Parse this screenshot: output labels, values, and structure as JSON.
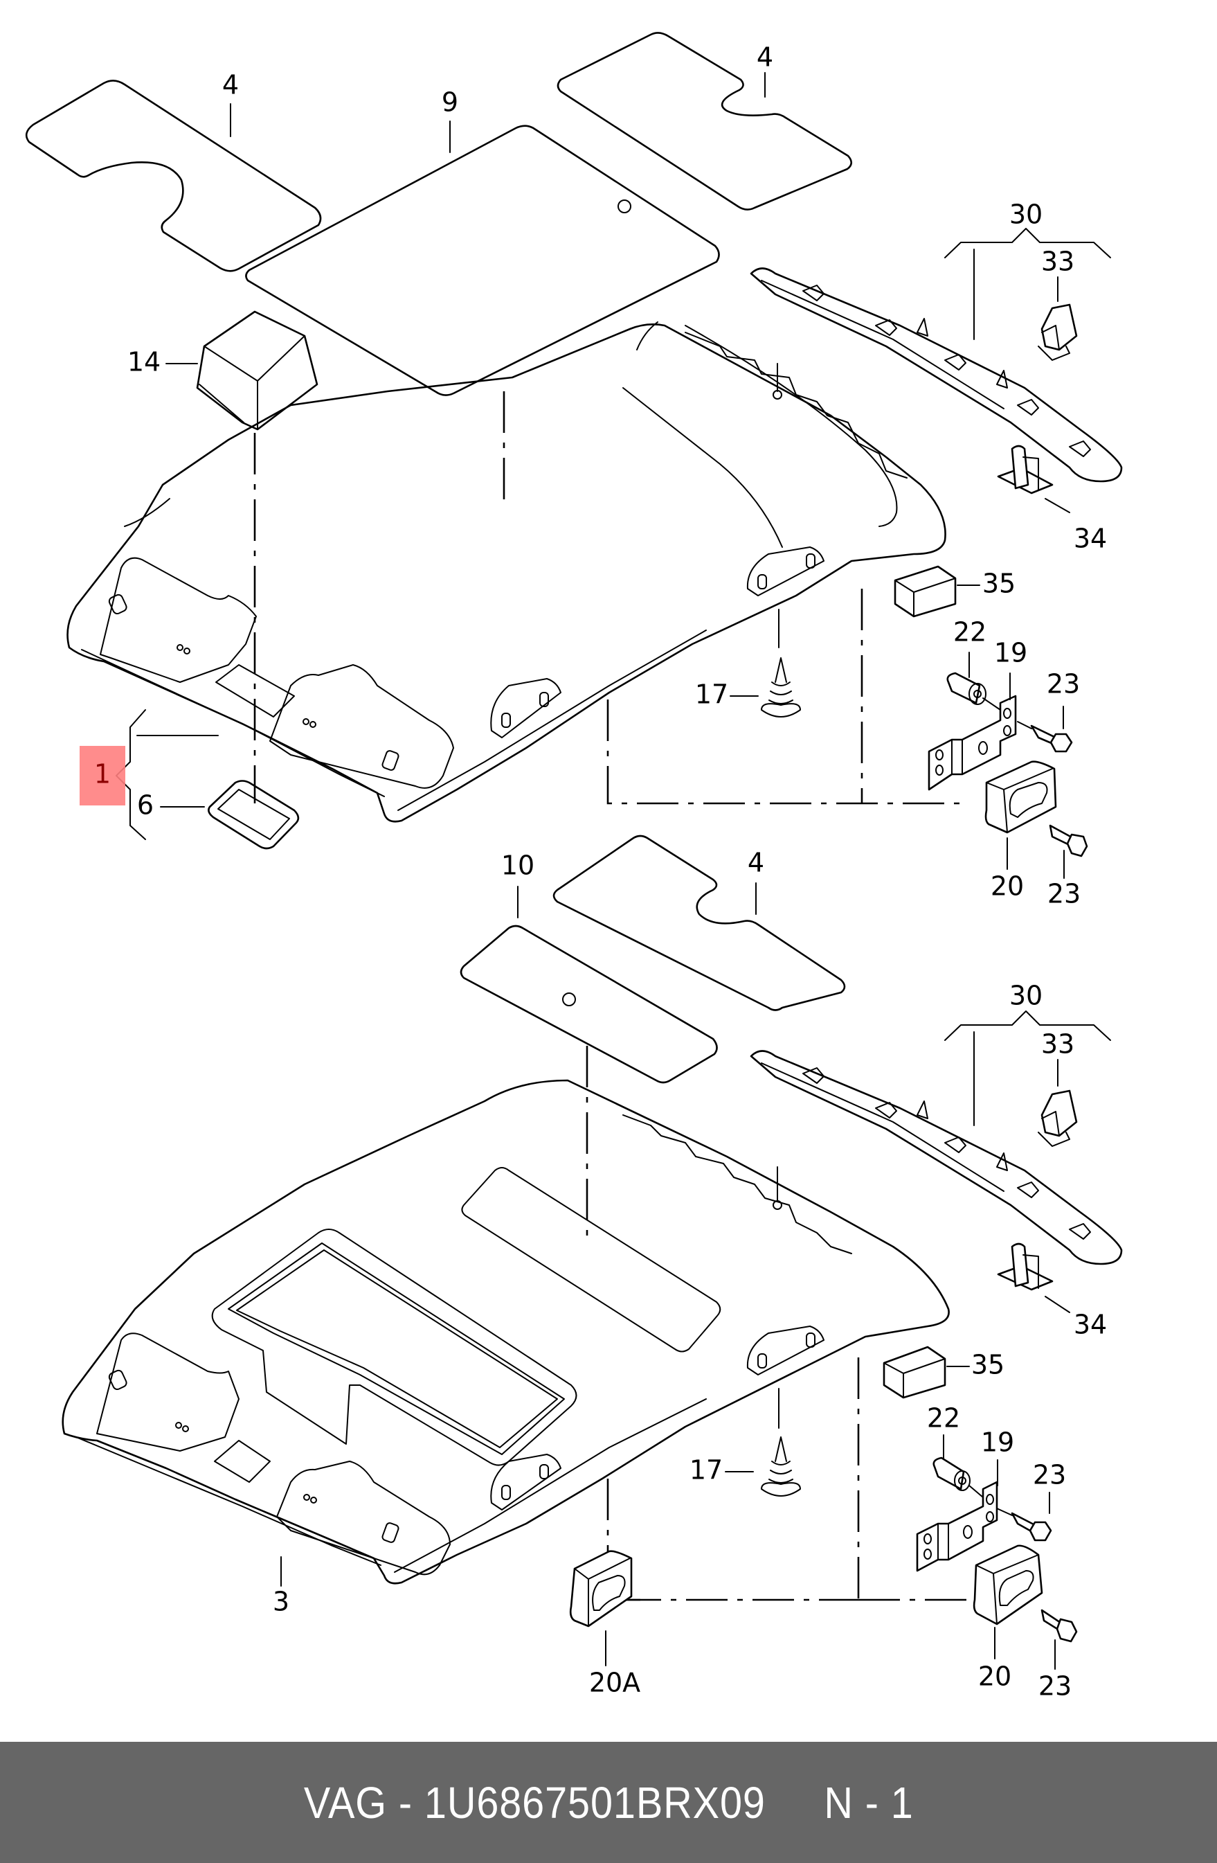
{
  "diagram": {
    "title": "Headliner parts exploded view",
    "highlight_color": "#ff7f7f",
    "upper_assembly": {
      "labels": [
        {
          "id": "insulation-left",
          "text": "4"
        },
        {
          "id": "insulation-center",
          "text": "9"
        },
        {
          "id": "insulation-right",
          "text": "4"
        },
        {
          "id": "grab-strip",
          "text": "30"
        },
        {
          "id": "clip",
          "text": "33"
        },
        {
          "id": "foam-block",
          "text": "14"
        },
        {
          "id": "retainer",
          "text": "34"
        },
        {
          "id": "pad",
          "text": "35"
        },
        {
          "id": "spacer",
          "text": "22"
        },
        {
          "id": "bracket",
          "text": "19"
        },
        {
          "id": "bolt-upper",
          "text": "23"
        },
        {
          "id": "screw",
          "text": "17"
        },
        {
          "id": "headliner",
          "text": "1",
          "highlighted": true
        },
        {
          "id": "lamp-frame",
          "text": "6"
        },
        {
          "id": "holder",
          "text": "20"
        },
        {
          "id": "bolt-lower",
          "text": "23"
        }
      ]
    },
    "lower_assembly": {
      "labels": [
        {
          "id": "insulation-strip",
          "text": "10"
        },
        {
          "id": "insulation-right",
          "text": "4"
        },
        {
          "id": "grab-strip",
          "text": "30"
        },
        {
          "id": "clip",
          "text": "33"
        },
        {
          "id": "retainer",
          "text": "34"
        },
        {
          "id": "pad",
          "text": "35"
        },
        {
          "id": "spacer",
          "text": "22"
        },
        {
          "id": "bracket",
          "text": "19"
        },
        {
          "id": "bolt-upper",
          "text": "23"
        },
        {
          "id": "screw",
          "text": "17"
        },
        {
          "id": "headliner-sunroof",
          "text": "3"
        },
        {
          "id": "holder-a",
          "text": "20A"
        },
        {
          "id": "holder",
          "text": "20"
        },
        {
          "id": "bolt-lower",
          "text": "23"
        }
      ]
    }
  },
  "footer": {
    "brand": "VAG",
    "part_number": "1U6867501BRX09",
    "position": "N - 1",
    "text": "VAG - 1U6867501BRX09     N - 1"
  }
}
